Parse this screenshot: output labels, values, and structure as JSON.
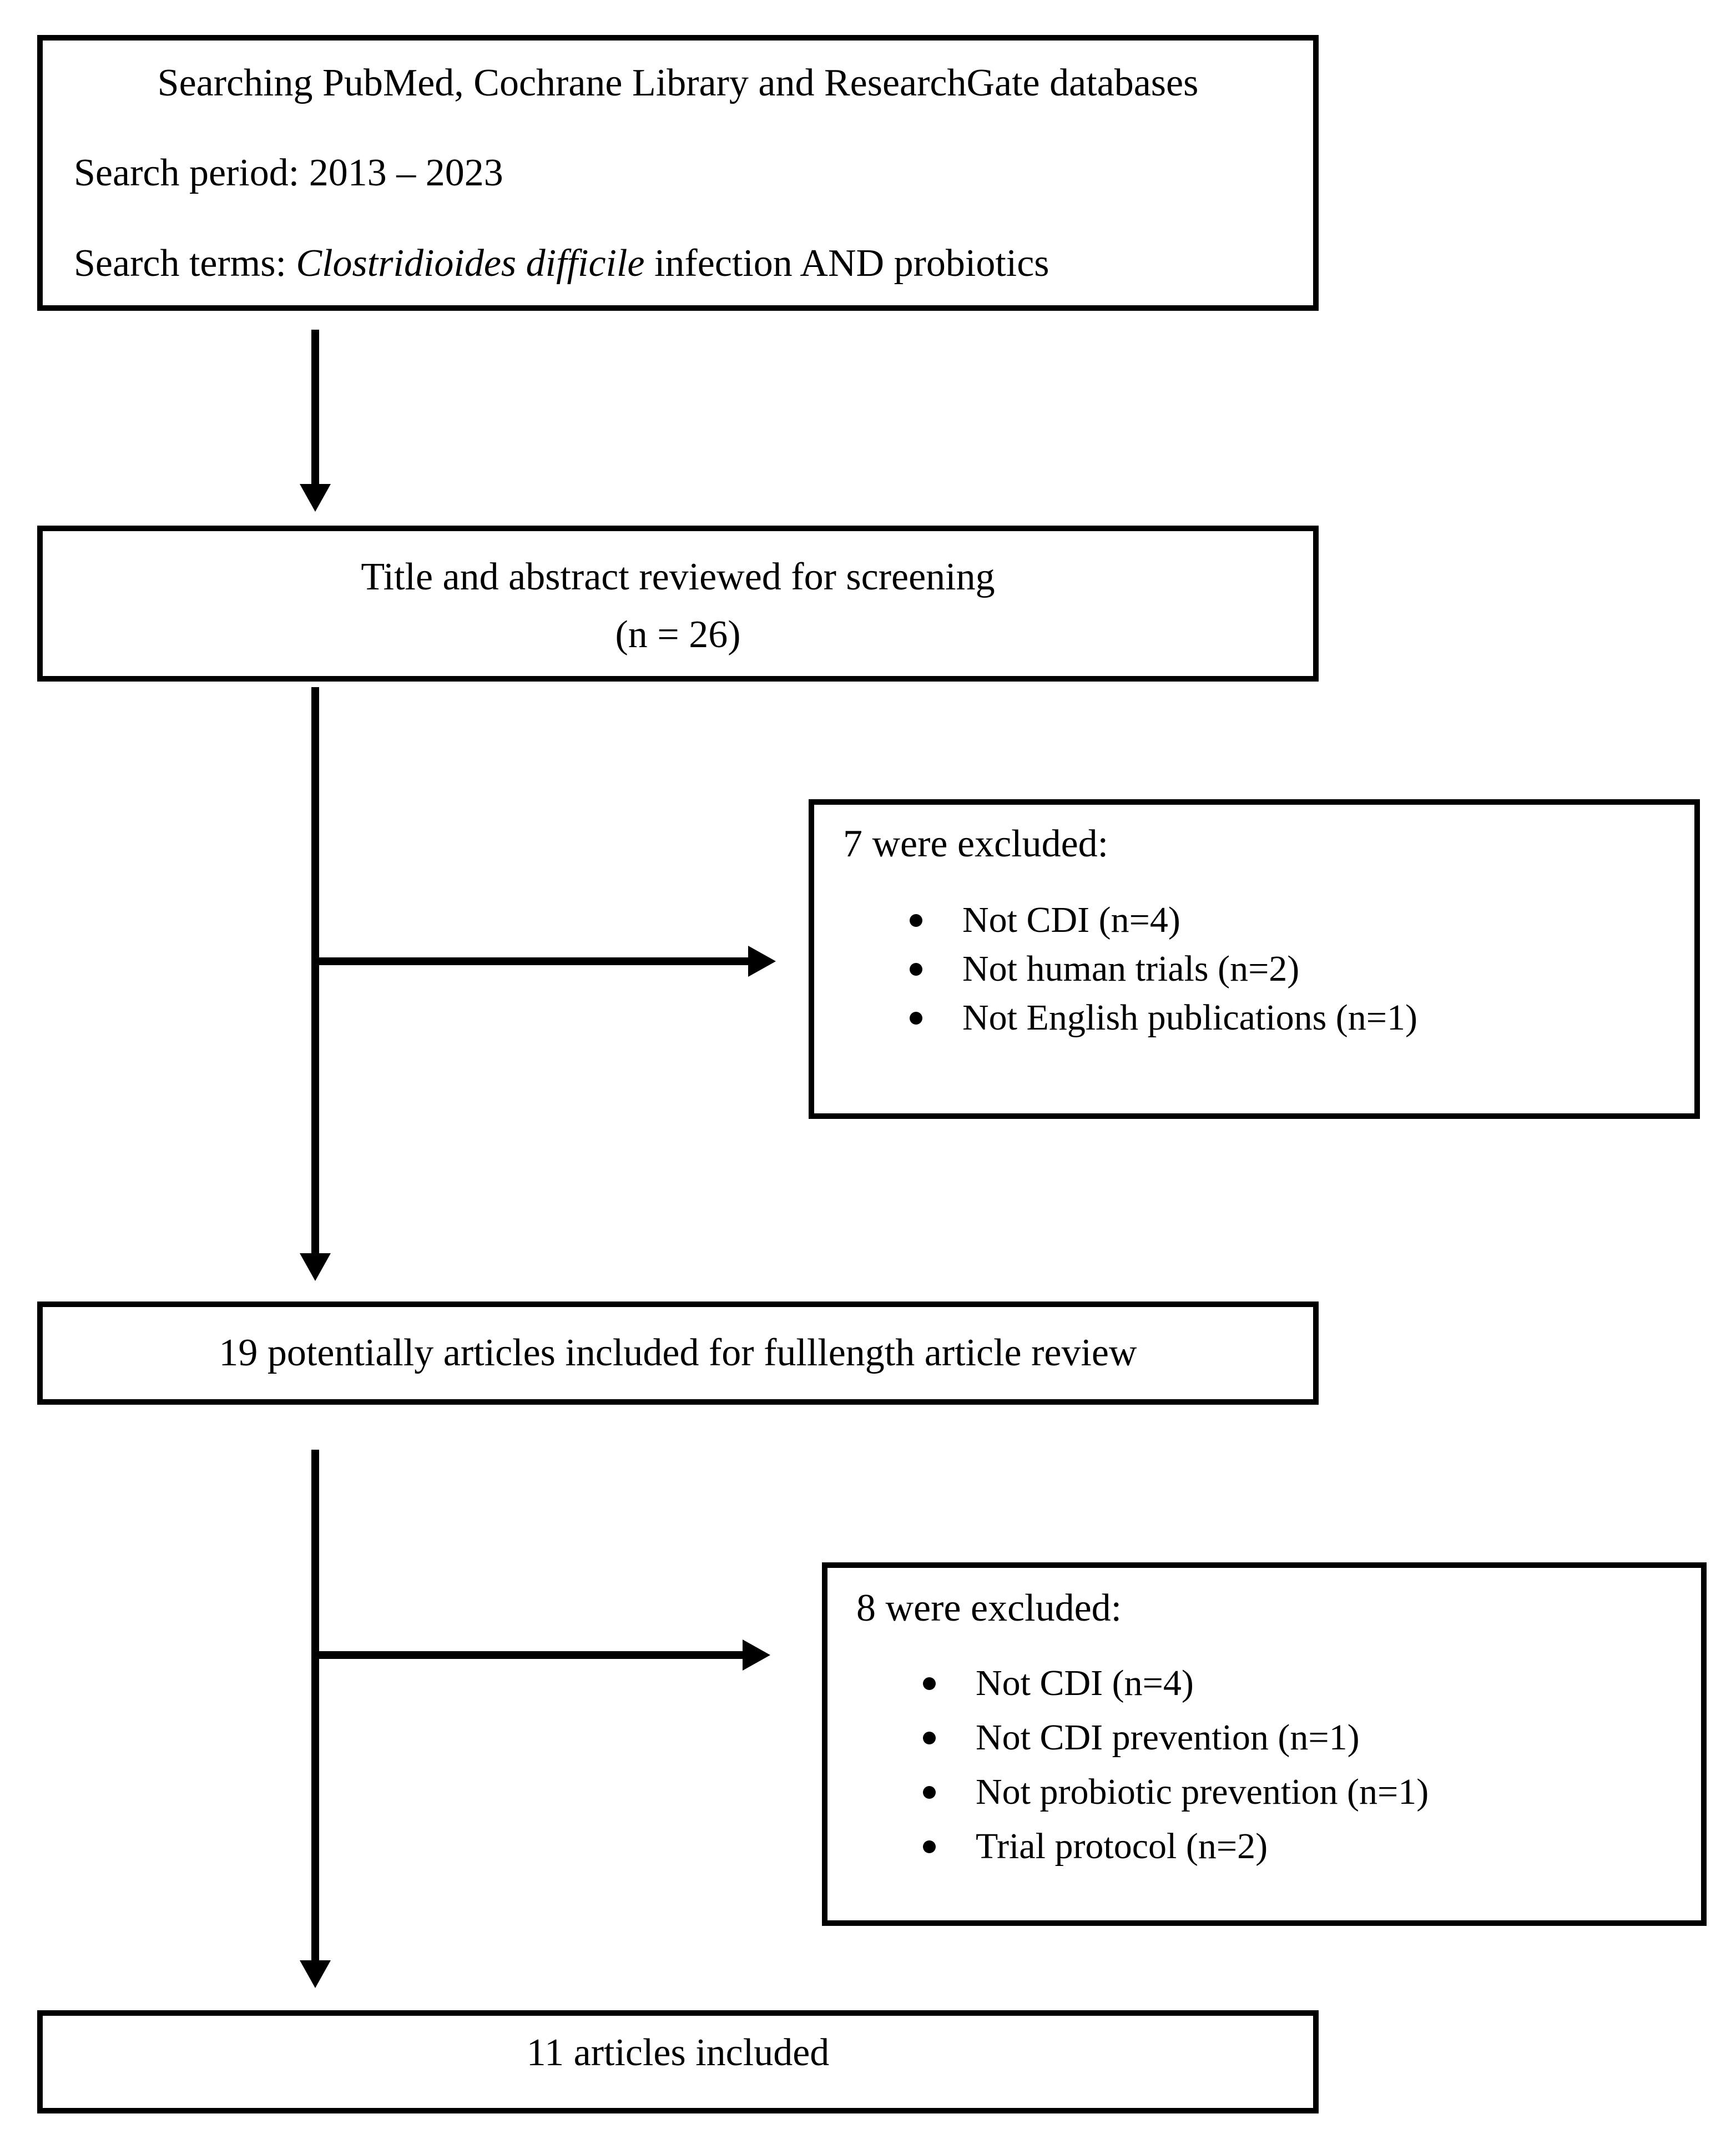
{
  "colors": {
    "line": "#000000",
    "text": "#000000",
    "background": "#ffffff"
  },
  "diagram": {
    "box_search": {
      "line1": "Searching PubMed, Cochrane Library and ResearchGate databases",
      "line2": "Search period: 2013 – 2023",
      "line3_prefix": "Search terms: ",
      "line3_italic": "Clostridioides difficile",
      "line3_suffix": " infection AND probiotics"
    },
    "box_screening": {
      "line1": "Title and abstract reviewed for screening",
      "line2": "(n = 26)"
    },
    "box_excluded_screening": {
      "heading": "7 were excluded:",
      "items": [
        "Not CDI (n=4)",
        "Not human trials (n=2)",
        "Not English publications (n=1)"
      ]
    },
    "box_fulltext": {
      "line1": "19 potentially articles included for fulllength article review"
    },
    "box_excluded_fulltext": {
      "heading": "8 were excluded:",
      "items": [
        "Not CDI (n=4)",
        "Not CDI prevention (n=1)",
        "Not probiotic prevention (n=1)",
        "Trial protocol (n=2)"
      ]
    },
    "box_included": {
      "line1": "11 articles included"
    }
  }
}
